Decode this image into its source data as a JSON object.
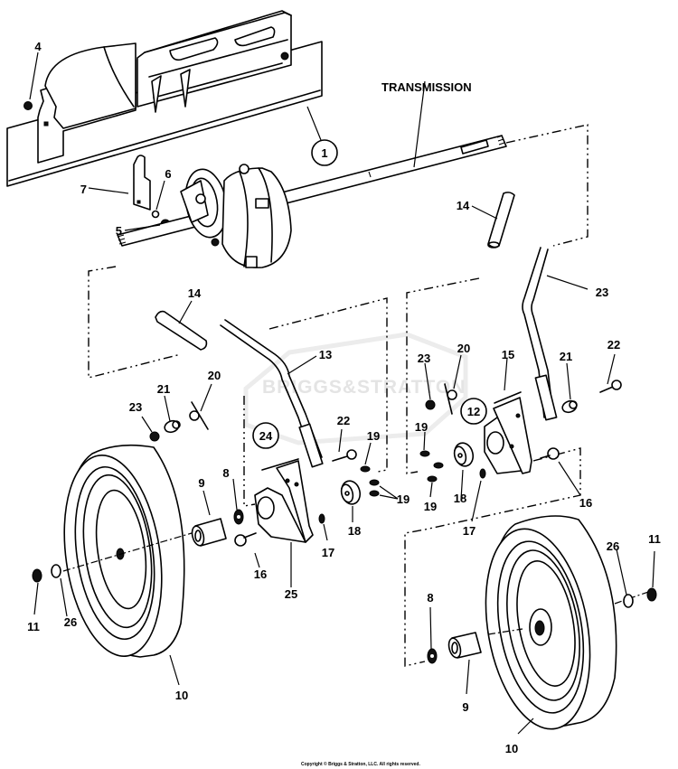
{
  "diagram": {
    "title_label": "TRANSMISSION",
    "watermark": "BRIGGS&STRATTON",
    "copyright": "Copyright © Briggs & Stratton, LLC. All rights reserved.",
    "circled_refs": [
      {
        "id": "ref-1",
        "text": "1"
      },
      {
        "id": "ref-12",
        "text": "12"
      },
      {
        "id": "ref-24",
        "text": "24"
      }
    ],
    "callouts": [
      {
        "part": "4",
        "text": "4"
      },
      {
        "part": "7",
        "text": "7"
      },
      {
        "part": "6",
        "text": "6"
      },
      {
        "part": "5",
        "text": "5"
      },
      {
        "part": "14-right",
        "text": "14"
      },
      {
        "part": "14-left",
        "text": "14"
      },
      {
        "part": "23-rod",
        "text": "23"
      },
      {
        "part": "13",
        "text": "13"
      },
      {
        "part": "20-left",
        "text": "20"
      },
      {
        "part": "21-left",
        "text": "21"
      },
      {
        "part": "23-left",
        "text": "23"
      },
      {
        "part": "22-left",
        "text": "22"
      },
      {
        "part": "19-a",
        "text": "19"
      },
      {
        "part": "19-b",
        "text": "19"
      },
      {
        "part": "9-left",
        "text": "9"
      },
      {
        "part": "8-left",
        "text": "8"
      },
      {
        "part": "16-left",
        "text": "16"
      },
      {
        "part": "25",
        "text": "25"
      },
      {
        "part": "17-left",
        "text": "17"
      },
      {
        "part": "18-left",
        "text": "18"
      },
      {
        "part": "11-left",
        "text": "11"
      },
      {
        "part": "26-left",
        "text": "26"
      },
      {
        "part": "10-left",
        "text": "10"
      },
      {
        "part": "23-right",
        "text": "23"
      },
      {
        "part": "20-right",
        "text": "20"
      },
      {
        "part": "15",
        "text": "15"
      },
      {
        "part": "21-right",
        "text": "21"
      },
      {
        "part": "22-right",
        "text": "22"
      },
      {
        "part": "19-c",
        "text": "19"
      },
      {
        "part": "19-d",
        "text": "19"
      },
      {
        "part": "18-right",
        "text": "18"
      },
      {
        "part": "17-right",
        "text": "17"
      },
      {
        "part": "16-right",
        "text": "16"
      },
      {
        "part": "26-right",
        "text": "26"
      },
      {
        "part": "11-right",
        "text": "11"
      },
      {
        "part": "8-right",
        "text": "8"
      },
      {
        "part": "9-right",
        "text": "9"
      },
      {
        "part": "10-right",
        "text": "10"
      }
    ]
  }
}
